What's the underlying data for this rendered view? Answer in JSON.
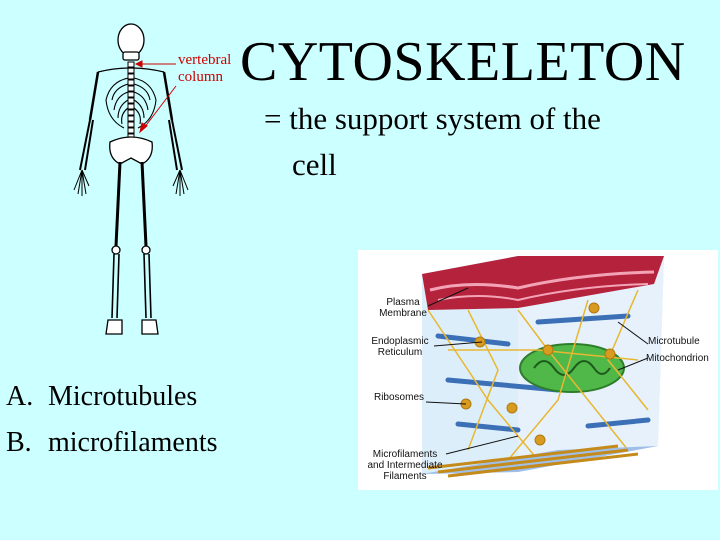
{
  "slide": {
    "title": "CYTOSKELETON",
    "subtitle_line1": "= the support system of the",
    "subtitle_line2": "cell",
    "list": [
      {
        "marker": "A.",
        "text": "Microtubules"
      },
      {
        "marker": "B.",
        "text": "microfilaments"
      }
    ]
  },
  "skeleton": {
    "label_line1": "vertebral",
    "label_line2": "column"
  },
  "diagram": {
    "labels": {
      "plasma_membrane_1": "Plasma",
      "plasma_membrane_2": "Membrane",
      "er_1": "Endoplasmic",
      "er_2": "Reticulum",
      "ribosomes": "Ribosomes",
      "microfilaments_1": "Microfilaments",
      "microfilaments_2": "and Intermediate",
      "microfilaments_3": "Filaments",
      "microtubule": "Microtubule",
      "mitochondrion": "Mitochondrion"
    }
  },
  "colors": {
    "background": "#ccffff",
    "label_red": "#cc0000",
    "membrane": "#b5223c",
    "microtubule": "#3b6fb6",
    "mitochondrion": "#4fb848",
    "filament": "#e8b732"
  }
}
